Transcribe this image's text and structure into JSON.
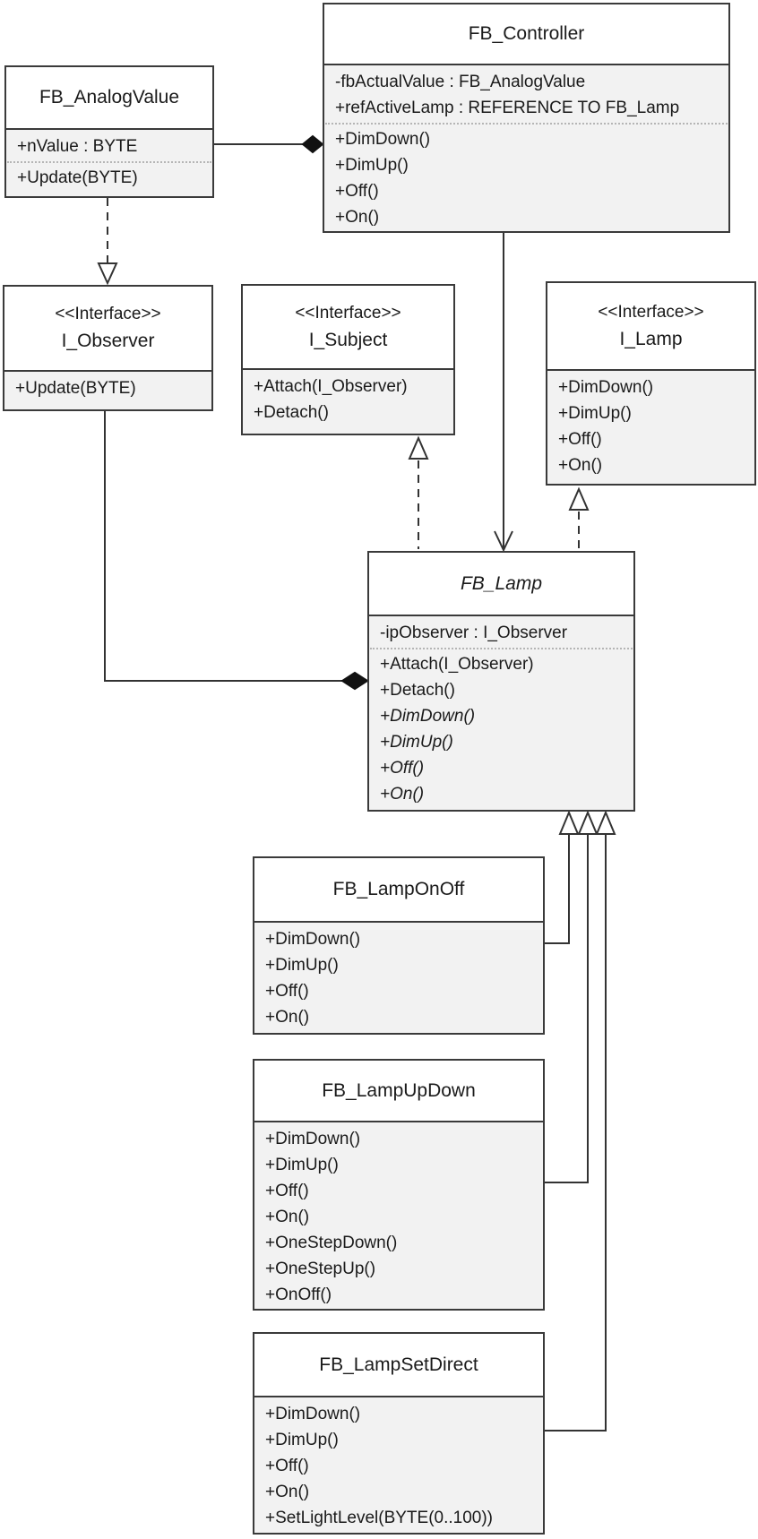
{
  "colors": {
    "background": "#ffffff",
    "box_border": "#3a3a3a",
    "title_fill": "#ffffff",
    "compartment_fill": "#f2f2f2",
    "connector": "#333333"
  },
  "classes": [
    {
      "id": "FB_Controller",
      "stereotype": "",
      "name": "FB_Controller",
      "abstract": false,
      "attributes": [
        "-fbActualValue : FB_AnalogValue",
        "+refActiveLamp : REFERENCE TO FB_Lamp"
      ],
      "methods": [
        {
          "label": "+DimDown()",
          "italic": false
        },
        {
          "label": "+DimUp()",
          "italic": false
        },
        {
          "label": "+Off()",
          "italic": false
        },
        {
          "label": "+On()",
          "italic": false
        }
      ]
    },
    {
      "id": "FB_AnalogValue",
      "stereotype": "",
      "name": "FB_AnalogValue",
      "abstract": false,
      "attributes": [
        "+nValue : BYTE"
      ],
      "methods": [
        {
          "label": "+Update(BYTE)",
          "italic": false
        }
      ]
    },
    {
      "id": "I_Observer",
      "stereotype": "<<Interface>>",
      "name": "I_Observer",
      "abstract": false,
      "attributes": [],
      "methods": [
        {
          "label": "+Update(BYTE)",
          "italic": false
        }
      ]
    },
    {
      "id": "I_Subject",
      "stereotype": "<<Interface>>",
      "name": "I_Subject",
      "abstract": false,
      "attributes": [],
      "methods": [
        {
          "label": "+Attach(I_Observer)",
          "italic": false
        },
        {
          "label": "+Detach()",
          "italic": false
        }
      ]
    },
    {
      "id": "I_Lamp",
      "stereotype": "<<Interface>>",
      "name": "I_Lamp",
      "abstract": false,
      "attributes": [],
      "methods": [
        {
          "label": "+DimDown()",
          "italic": false
        },
        {
          "label": "+DimUp()",
          "italic": false
        },
        {
          "label": "+Off()",
          "italic": false
        },
        {
          "label": "+On()",
          "italic": false
        }
      ]
    },
    {
      "id": "FB_Lamp",
      "stereotype": "",
      "name": "FB_Lamp",
      "abstract": true,
      "attributes": [
        "-ipObserver : I_Observer"
      ],
      "methods": [
        {
          "label": "+Attach(I_Observer)",
          "italic": false
        },
        {
          "label": "+Detach()",
          "italic": false
        },
        {
          "label": "+DimDown()",
          "italic": true
        },
        {
          "label": "+DimUp()",
          "italic": true
        },
        {
          "label": "+Off()",
          "italic": true
        },
        {
          "label": "+On()",
          "italic": true
        }
      ]
    },
    {
      "id": "FB_LampOnOff",
      "stereotype": "",
      "name": "FB_LampOnOff",
      "abstract": false,
      "attributes": [],
      "methods": [
        {
          "label": "+DimDown()",
          "italic": false
        },
        {
          "label": "+DimUp()",
          "italic": false
        },
        {
          "label": "+Off()",
          "italic": false
        },
        {
          "label": "+On()",
          "italic": false
        }
      ]
    },
    {
      "id": "FB_LampUpDown",
      "stereotype": "",
      "name": "FB_LampUpDown",
      "abstract": false,
      "attributes": [],
      "methods": [
        {
          "label": "+DimDown()",
          "italic": false
        },
        {
          "label": "+DimUp()",
          "italic": false
        },
        {
          "label": "+Off()",
          "italic": false
        },
        {
          "label": "+On()",
          "italic": false
        },
        {
          "label": "+OneStepDown()",
          "italic": false
        },
        {
          "label": "+OneStepUp()",
          "italic": false
        },
        {
          "label": "+OnOff()",
          "italic": false
        }
      ]
    },
    {
      "id": "FB_LampSetDirect",
      "stereotype": "",
      "name": "FB_LampSetDirect",
      "abstract": false,
      "attributes": [],
      "methods": [
        {
          "label": "+DimDown()",
          "italic": false
        },
        {
          "label": "+DimUp()",
          "italic": false
        },
        {
          "label": "+Off()",
          "italic": false
        },
        {
          "label": "+On()",
          "italic": false
        },
        {
          "label": "+SetLightLevel(BYTE(0..100))",
          "italic": false
        }
      ]
    }
  ],
  "relationships": [
    {
      "type": "composition",
      "owner": "FB_Controller",
      "part": "FB_AnalogValue"
    },
    {
      "type": "realization",
      "from": "FB_AnalogValue",
      "to": "I_Observer"
    },
    {
      "type": "directed-association",
      "from": "FB_Controller",
      "to": "FB_Lamp"
    },
    {
      "type": "realization",
      "from": "FB_Lamp",
      "to": "I_Subject"
    },
    {
      "type": "realization",
      "from": "FB_Lamp",
      "to": "I_Lamp"
    },
    {
      "type": "composition",
      "owner": "FB_Lamp",
      "part": "I_Observer"
    },
    {
      "type": "generalization",
      "from": "FB_LampOnOff",
      "to": "FB_Lamp"
    },
    {
      "type": "generalization",
      "from": "FB_LampUpDown",
      "to": "FB_Lamp"
    },
    {
      "type": "generalization",
      "from": "FB_LampSetDirect",
      "to": "FB_Lamp"
    }
  ]
}
